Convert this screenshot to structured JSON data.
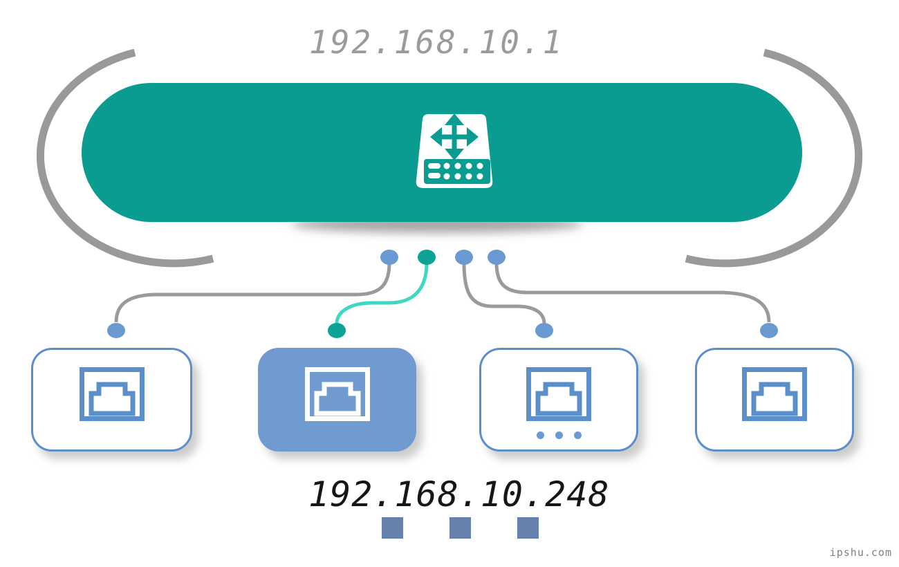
{
  "router": {
    "ip": "192.168.10.1",
    "icon": "network-switch-icon",
    "color": "#0A9C90"
  },
  "ports": [
    {
      "index": 1,
      "dot_color": "#6A9AD1",
      "link_color": "#9A9A9A",
      "active": false
    },
    {
      "index": 2,
      "dot_color": "#0BA396",
      "link_color": "#3FD6C2",
      "active": true
    },
    {
      "index": 3,
      "dot_color": "#6A9AD1",
      "link_color": "#9A9A9A",
      "active": false
    },
    {
      "index": 4,
      "dot_color": "#6A9AD1",
      "link_color": "#9A9A9A",
      "active": false
    }
  ],
  "devices": [
    {
      "index": 1,
      "icon": "ethernet-port-icon",
      "highlighted": false,
      "ellipsis": false
    },
    {
      "index": 2,
      "icon": "ethernet-port-icon",
      "highlighted": true,
      "ellipsis": false,
      "ip": "192.168.10.248"
    },
    {
      "index": 3,
      "icon": "ethernet-port-icon",
      "highlighted": false,
      "ellipsis": true
    },
    {
      "index": 4,
      "icon": "ethernet-port-icon",
      "highlighted": false,
      "ellipsis": false
    }
  ],
  "device_ip_label": "192.168.10.248",
  "watermark": "ipshu.com",
  "colors": {
    "teal": "#0A9C90",
    "teal_dot": "#0BA396",
    "mint_link": "#3FD6C2",
    "blue_dot": "#6A9AD1",
    "box_border": "#5B8FC9",
    "box_fill_highlight": "#6F9BD1",
    "slate_square": "#6681AB",
    "bracket_gray": "#999999",
    "text_top": "#9B9B9B",
    "text_bottom": "#161616"
  }
}
